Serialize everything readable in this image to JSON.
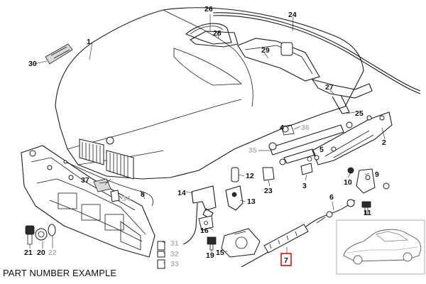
{
  "caption": "PART NUMBER EXAMPLE",
  "highlight_color": "#e00000",
  "callouts": [
    {
      "id": "c1",
      "label": "1"
    },
    {
      "id": "c2",
      "label": "2"
    },
    {
      "id": "c3",
      "label": "3"
    },
    {
      "id": "c4",
      "label": "4"
    },
    {
      "id": "c5",
      "label": "5"
    },
    {
      "id": "c6",
      "label": "6"
    },
    {
      "id": "c7",
      "label": "7",
      "highlighted": true
    },
    {
      "id": "c8",
      "label": "8"
    },
    {
      "id": "c9",
      "label": "9"
    },
    {
      "id": "c10",
      "label": "10"
    },
    {
      "id": "c11",
      "label": "11"
    },
    {
      "id": "c12",
      "label": "12"
    },
    {
      "id": "c13",
      "label": "13"
    },
    {
      "id": "c14",
      "label": "14"
    },
    {
      "id": "c15",
      "label": "15"
    },
    {
      "id": "c16",
      "label": "16"
    },
    {
      "id": "c19",
      "label": "19"
    },
    {
      "id": "c20",
      "label": "20"
    },
    {
      "id": "c21",
      "label": "21"
    },
    {
      "id": "c22",
      "label": "22",
      "muted": true
    },
    {
      "id": "c23",
      "label": "23"
    },
    {
      "id": "c24",
      "label": "24"
    },
    {
      "id": "c25",
      "label": "25"
    },
    {
      "id": "c26",
      "label": "26"
    },
    {
      "id": "c27",
      "label": "27"
    },
    {
      "id": "c28",
      "label": "28"
    },
    {
      "id": "c29",
      "label": "29"
    },
    {
      "id": "c30",
      "label": "30"
    },
    {
      "id": "c31",
      "label": "31",
      "muted": true
    },
    {
      "id": "c32",
      "label": "32",
      "muted": true
    },
    {
      "id": "c33",
      "label": "33",
      "muted": true
    },
    {
      "id": "c34",
      "label": "34",
      "muted": true
    },
    {
      "id": "c35",
      "label": "35",
      "muted": true
    },
    {
      "id": "c36",
      "label": "36",
      "muted": true
    },
    {
      "id": "c37",
      "label": "37"
    }
  ]
}
